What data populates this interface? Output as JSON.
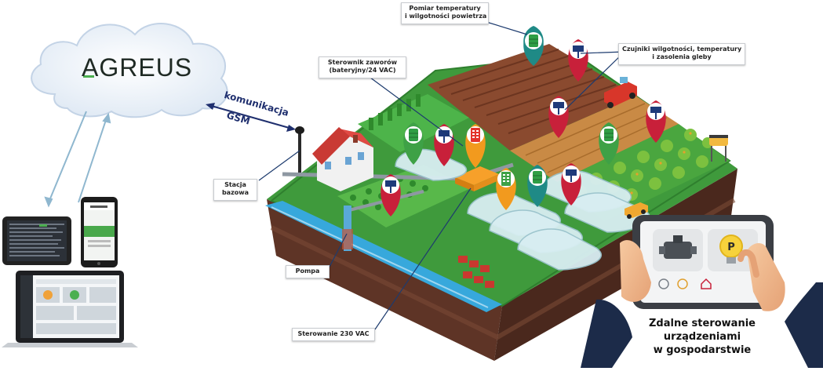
{
  "brand": {
    "logo_text": "AGREUS"
  },
  "link": {
    "line1": "komunikacja",
    "line2": "GSM"
  },
  "labels": {
    "air_sensor": {
      "line1": "Pomiar temperatury",
      "line2": "i wilgotności powietrza"
    },
    "valve_controller": {
      "line1": "Sterownik zaworów",
      "line2": "(bateryjny/24 VAC)"
    },
    "soil_sensors": {
      "line1": "Czujniki wilgotności, temperatury",
      "line2": "i zasolenia gleby"
    },
    "base_station": {
      "line1": "Stacja",
      "line2": "bazowa"
    },
    "pump": {
      "line1": "Pompa"
    },
    "control_230": {
      "line1": "Sterowanie 230 VAC"
    }
  },
  "remote": {
    "line1": "Zdalne sterowanie",
    "line2": "urządzeniami",
    "line3": "w gospodarstwie"
  },
  "tablet_ui": {
    "p_letter": "P"
  },
  "colors": {
    "grass": "#3f9a3c",
    "grass_dark": "#2e7a2c",
    "soil": "#6b3b2a",
    "soil_dark": "#4a2a1f",
    "water": "#37a8dc",
    "pin_red": "#c8203a",
    "pin_teal": "#1f8a86",
    "pin_orange": "#f29a1e",
    "pin_green": "#3ea146",
    "cloud": "#eef3f9",
    "sleeve": "#1c2b49"
  }
}
